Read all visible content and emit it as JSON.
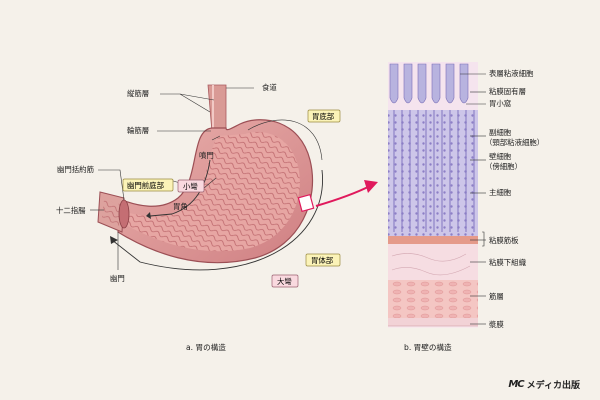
{
  "left": {
    "labels": {
      "esophagus": "食道",
      "longitudinal": "縦筋層",
      "circular": "輪筋層",
      "cardia": "噴門",
      "pylorus_sphincter": "幽門括約筋",
      "angle": "胃角",
      "duodenum": "十二指腸",
      "pylorus": "幽門"
    },
    "tags": {
      "fundus": "胃底部",
      "lesser_curvature": "小彎",
      "antrum": "幽門前庭部",
      "body": "胃体部",
      "greater_curvature": "大彎"
    },
    "caption": "a. 胃の構造"
  },
  "right": {
    "labels": {
      "surface_mucous": "表層粘液細胞",
      "lamina_propria": "粘膜固有層",
      "gastric_pit": "胃小窩",
      "accessory_cells": "副細胞",
      "accessory_cells_sub": "（頸部粘液細胞）",
      "parietal_cells": "壁細胞",
      "parietal_cells_sub": "（傍細胞）",
      "chief_cells": "主細胞",
      "muscularis_mucosae": "粘膜筋板",
      "submucosa": "粘膜下組織",
      "muscle_layer": "筋層",
      "serosa": "漿膜"
    },
    "caption": "b. 胃壁の構造"
  },
  "publisher": {
    "mark": "MC",
    "name": "メディカ出版"
  },
  "colors": {
    "tag_yellow": "#fbf3b8",
    "tag_border": "#9a8a40",
    "tag_pink": "#f9d9df",
    "arrow": "#e0195c",
    "tissue_pink": "#e8a3a3",
    "mucosa_purple": "#a59ad0"
  }
}
